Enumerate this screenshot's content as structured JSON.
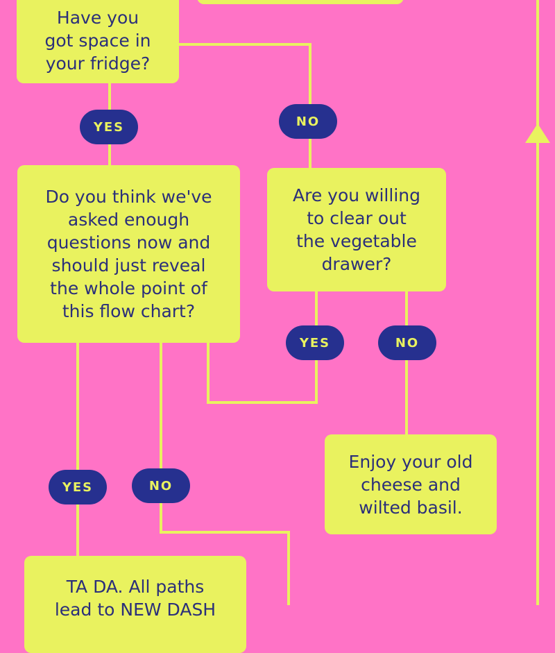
{
  "colors": {
    "background": "#ff73c6",
    "box_fill": "#e9f25f",
    "box_text": "#2b2f7a",
    "pill_fill": "#26308f",
    "pill_text": "#e9f25f",
    "connector": "#e9f25f"
  },
  "nodes": {
    "fridge_space": "Have you\ngot space in\nyour fridge?",
    "enough_questions": "Do you think we've\nasked enough\nquestions now and\nshould just reveal\nthe whole point of\nthis flow chart?",
    "vegetable_drawer": "Are you willing\nto clear out\nthe vegetable\ndrawer?",
    "old_cheese": "Enjoy your old\ncheese and\nwilted basil.",
    "ta_da": "TA DA. All paths\nlead to NEW DASH"
  },
  "labels": {
    "fridge_yes": "YES",
    "fridge_no": "NO",
    "drawer_yes": "YES",
    "drawer_no": "NO",
    "questions_yes": "YES",
    "questions_no": "NO"
  }
}
